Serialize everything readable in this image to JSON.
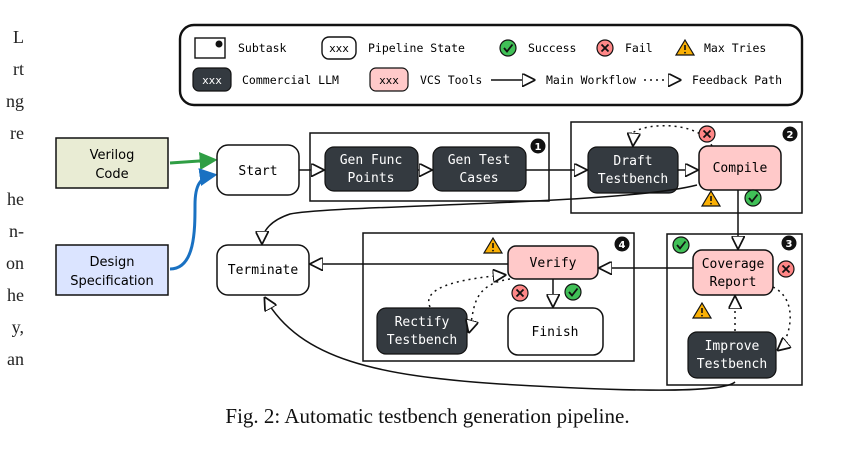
{
  "left_margin_text": [
    "L",
    "rt",
    "ng",
    "re",
    "he",
    "n-",
    "on",
    "he",
    "y,",
    "an"
  ],
  "legend": {
    "subtask": "Subtask",
    "pipeline_state_box": "xxx",
    "pipeline_state": "Pipeline State",
    "success": "Success",
    "fail": "Fail",
    "max_tries": "Max Tries",
    "commercial_llm_box": "xxx",
    "commercial_llm": "Commercial LLM",
    "vcs_tools_box": "xxx",
    "vcs_tools": "VCS Tools",
    "main_workflow": "Main Workflow",
    "feedback_path": "Feedback Path"
  },
  "inputs": {
    "verilog": [
      "Verilog",
      "Code"
    ],
    "design": [
      "Design",
      "Specification"
    ]
  },
  "states": {
    "start": "Start",
    "terminate": "Terminate",
    "finish": "Finish"
  },
  "llm_nodes": {
    "gen_func": [
      "Gen Func",
      "Points"
    ],
    "gen_test": [
      "Gen Test",
      "Cases"
    ],
    "draft": [
      "Draft",
      "Testbench"
    ],
    "rectify": [
      "Rectify",
      "Testbench"
    ],
    "improve": [
      "Improve",
      "Testbench"
    ]
  },
  "vcs_nodes": {
    "compile": "Compile",
    "verify": "Verify",
    "coverage": [
      "Coverage",
      "Report"
    ]
  },
  "subtask_numbers": [
    "1",
    "2",
    "3",
    "4"
  ],
  "caption": "Fig. 2: Automatic testbench generation pipeline.",
  "colors": {
    "llm": "#343a40",
    "vcs": "#ffc9c9",
    "verilog": "#e9ecd4",
    "design": "#dbe4ff",
    "green_arrow": "#2f9e44",
    "blue_arrow": "#1971c2",
    "success": "#40c057",
    "fail": "#ff8787",
    "warn": "#fab005"
  }
}
